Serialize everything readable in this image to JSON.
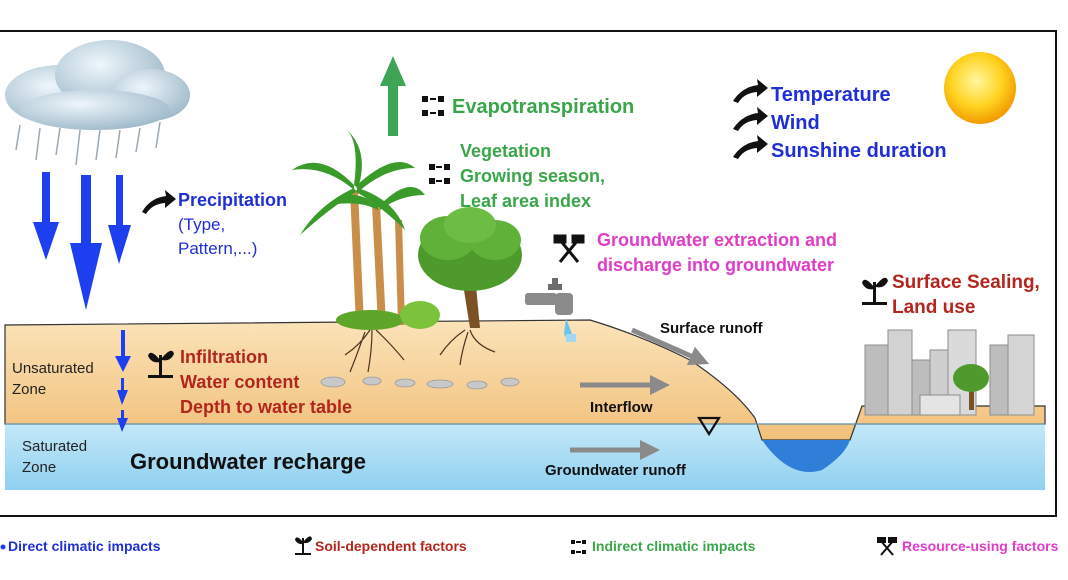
{
  "climate": {
    "precipitation": "Precipitation",
    "precipitation_type": "(Type,",
    "precipitation_pattern": "Pattern,...)",
    "temperature": "Temperature",
    "wind": "Wind",
    "sunshine": "Sunshine duration"
  },
  "indirect": {
    "evapotranspiration": "Evapotranspiration",
    "vegetation": "Vegetation",
    "growing_season": "Growing season,",
    "leaf_area_index": "Leaf area index"
  },
  "resource": {
    "extraction_line1": "Groundwater extraction and",
    "extraction_line2": "discharge into groundwater"
  },
  "soil": {
    "surface_sealing": "Surface Sealing,",
    "land_use": "Land use",
    "infiltration": "Infiltration",
    "water_content": "Water content",
    "depth": "Depth to water table"
  },
  "zones": {
    "unsaturated_line1": "Unsaturated",
    "unsaturated_line2": "Zone",
    "saturated_line1": "Saturated",
    "saturated_line2": "Zone",
    "recharge": "Groundwater recharge"
  },
  "flows": {
    "surface_runoff": "Surface runoff",
    "interflow": "Interflow",
    "groundwater_runoff": "Groundwater runoff"
  },
  "legend": {
    "direct": "Direct climatic impacts",
    "soil": "Soil-dependent factors",
    "indirect": "Indirect climatic impacts",
    "resource": "Resource-using factors"
  },
  "colors": {
    "direct": "#1f2fd6",
    "indirect": "#3aa64a",
    "soil": "#b3261e",
    "resource": "#e03cc8"
  }
}
